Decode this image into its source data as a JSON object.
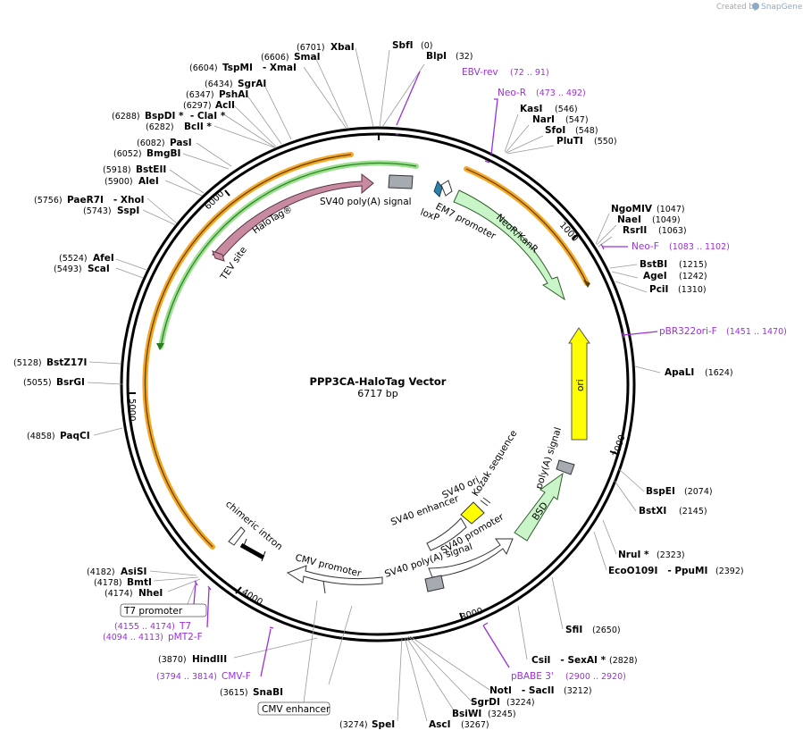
{
  "plasmid": {
    "name": "PPP3CA-HaloTag Vector",
    "length_label": "6717 bp",
    "length": 6717
  },
  "credit": {
    "created_by": "Created by",
    "brand": "SnapGene"
  },
  "ticks": [
    "1000",
    "2000",
    "3000",
    "4000",
    "5000",
    "6000"
  ],
  "sites": [
    {
      "name": "SbfI",
      "pos": "(0)"
    },
    {
      "name": "BlpI",
      "pos": "(32)"
    },
    {
      "name": "KasI",
      "pos": "(546)"
    },
    {
      "name": "NarI",
      "pos": "(547)"
    },
    {
      "name": "SfoI",
      "pos": "(548)"
    },
    {
      "name": "PluTI",
      "pos": "(550)"
    },
    {
      "name": "NgoMIV",
      "pos": "(1047)"
    },
    {
      "name": "NaeI",
      "pos": "(1049)"
    },
    {
      "name": "RsrII",
      "pos": "(1063)"
    },
    {
      "name": "BstBI",
      "pos": "(1215)"
    },
    {
      "name": "AgeI",
      "pos": "(1242)"
    },
    {
      "name": "PciI",
      "pos": "(1310)"
    },
    {
      "name": "ApaLI",
      "pos": "(1624)"
    },
    {
      "name": "BspEI",
      "pos": "(2074)"
    },
    {
      "name": "BstXI",
      "pos": "(2145)"
    },
    {
      "name": "NruI *",
      "pos": "(2323)"
    },
    {
      "name": "EcoO109I   - PpuMI",
      "pos": "(2392)"
    },
    {
      "name": "SfiI",
      "pos": "(2650)"
    },
    {
      "name": "CsiI   - SexAI *",
      "pos": "(2828)"
    },
    {
      "name": "NotI   - SacII",
      "pos": "(3212)"
    },
    {
      "name": "SgrDI",
      "pos": "(3224)"
    },
    {
      "name": "BsiWI",
      "pos": "(3245)"
    },
    {
      "name": "AscI",
      "pos": "(3267)"
    },
    {
      "name": "SpeI",
      "pos": "(3274)"
    },
    {
      "name": "SnaBI",
      "pos": "(3615)"
    },
    {
      "name": "HindIII",
      "pos": "(3870)"
    },
    {
      "name": "NheI",
      "pos": "(4174)"
    },
    {
      "name": "BmtI",
      "pos": "(4178)"
    },
    {
      "name": "AsiSI",
      "pos": "(4182)"
    },
    {
      "name": "PaqCI",
      "pos": "(4858)"
    },
    {
      "name": "BsrGI",
      "pos": "(5055)"
    },
    {
      "name": "BstZ17I",
      "pos": "(5128)"
    },
    {
      "name": "ScaI",
      "pos": "(5493)"
    },
    {
      "name": "AfeI",
      "pos": "(5524)"
    },
    {
      "name": "SspI",
      "pos": "(5743)"
    },
    {
      "name": "PaeR7I   - XhoI",
      "pos": "(5756)"
    },
    {
      "name": "AleI",
      "pos": "(5900)"
    },
    {
      "name": "BstEII",
      "pos": "(5918)"
    },
    {
      "name": "BmgBI",
      "pos": "(6052)"
    },
    {
      "name": "PasI",
      "pos": "(6082)"
    },
    {
      "name": "BclI *",
      "pos": "(6282)"
    },
    {
      "name": "BspDI *  - ClaI *",
      "pos": "(6288)"
    },
    {
      "name": "AclI",
      "pos": "(6297)"
    },
    {
      "name": "PshAI",
      "pos": "(6347)"
    },
    {
      "name": "SgrAI",
      "pos": "(6434)"
    },
    {
      "name": "TspMI   - XmaI",
      "pos": "(6604)"
    },
    {
      "name": "SmaI",
      "pos": "(6606)"
    },
    {
      "name": "XbaI",
      "pos": "(6701)"
    }
  ],
  "primers": [
    {
      "name": "EBV-rev",
      "range": "(72 .. 91)"
    },
    {
      "name": "Neo-R",
      "range": "(473 .. 492)"
    },
    {
      "name": "Neo-F",
      "range": "(1083 .. 1102)"
    },
    {
      "name": "pBR322ori-F",
      "range": "(1451 .. 1470)"
    },
    {
      "name": "pBABE 3'",
      "range": "(2900 .. 2920)"
    },
    {
      "name": "CMV-F",
      "range": "(3794 .. 3814)"
    },
    {
      "name": "pMT2-F",
      "range": "(4094 .. 4113)"
    },
    {
      "name": "T7",
      "range": "(4155 .. 4174)"
    }
  ],
  "boxed_labels": [
    "T7 promoter",
    "CMV enhancer"
  ],
  "features": [
    {
      "label": "HaloTag®",
      "color": "#c88aa0"
    },
    {
      "label": "TEV site",
      "color": "#c88aa0"
    },
    {
      "label": "SV40 poly(A) signal",
      "color": "#a6aab1"
    },
    {
      "label": "loxP",
      "color": "#2f7fa6"
    },
    {
      "label": "EM7 promoter",
      "color": "#ffffff"
    },
    {
      "label": "NeoR/KanR",
      "color": "#c9f5c8"
    },
    {
      "label": "ori",
      "color": "#ffff00"
    },
    {
      "label": "poly(A) signal",
      "color": "#a6aab1"
    },
    {
      "label": "BSD",
      "color": "#c9f5c8"
    },
    {
      "label": "Kozak sequence",
      "color": "#ffffff"
    },
    {
      "label": "SV40 ori",
      "color": "#ffff00"
    },
    {
      "label": "SV40 enhancer",
      "color": "#ffffff"
    },
    {
      "label": "SV40 promoter",
      "color": "#ffffff"
    },
    {
      "label": "SV40 poly(A) signal",
      "color": "#a6aab1"
    },
    {
      "label": "CMV promoter",
      "color": "#ffffff"
    },
    {
      "label": "chimeric intron",
      "color": "#ffffff"
    }
  ],
  "colors": {
    "primer": "#9b30d9",
    "orf_orange": "#f5a623",
    "orf_green": "#3aa52a"
  }
}
